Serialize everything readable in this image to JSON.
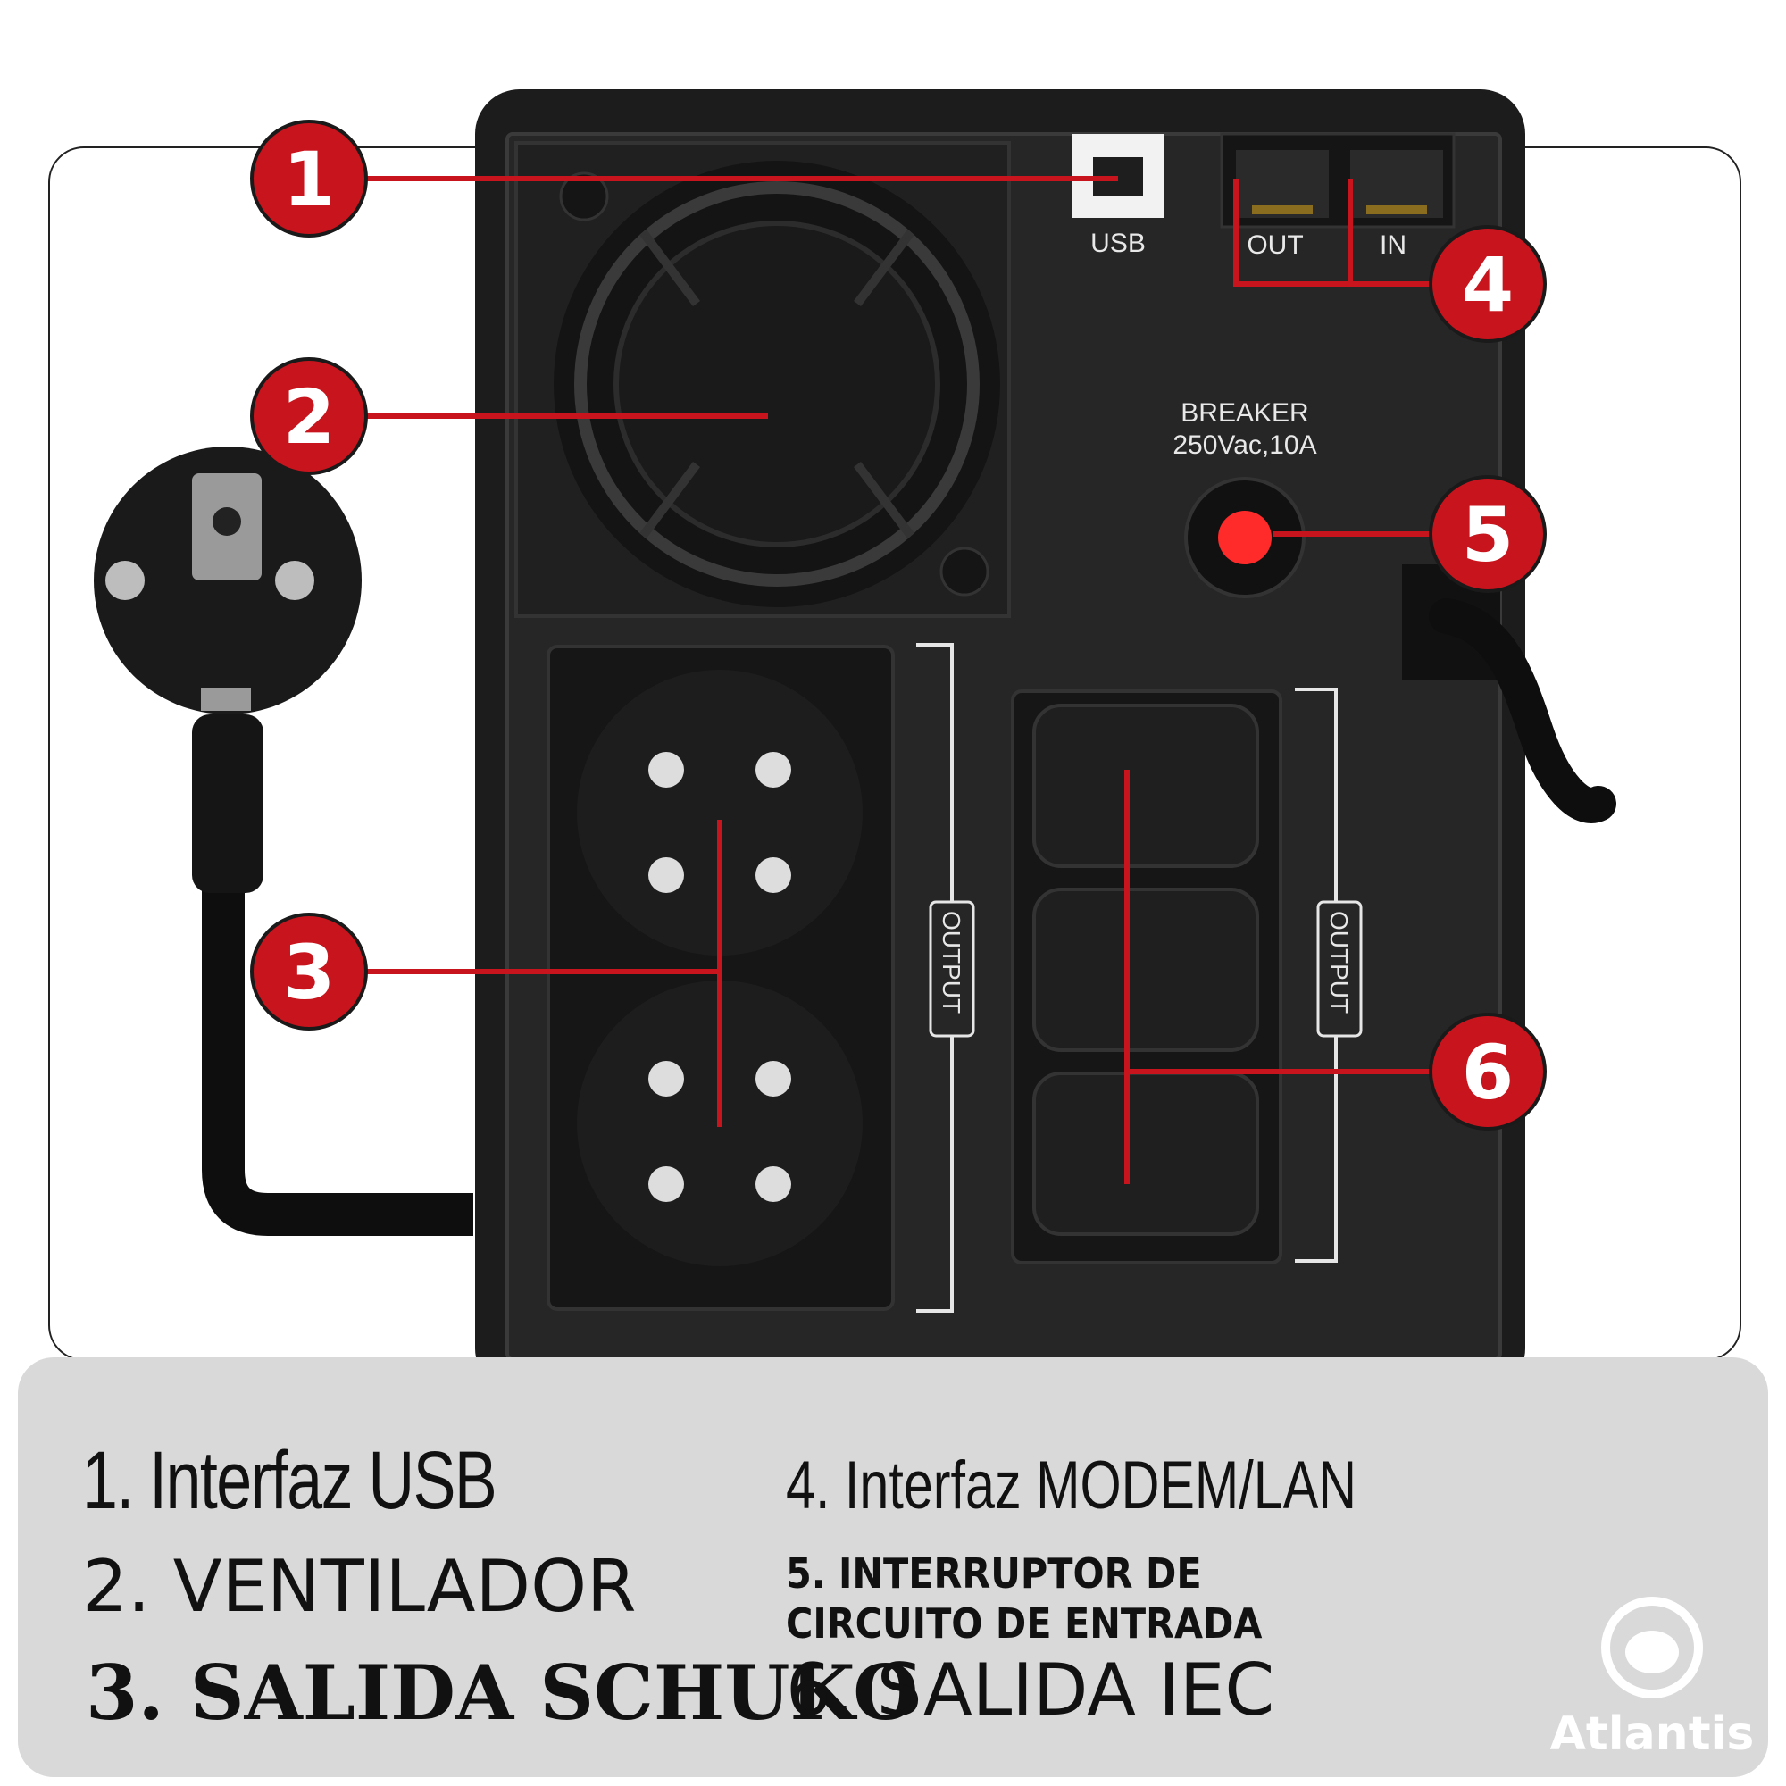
{
  "panel_labels": {
    "usb": "USB",
    "out": "OUT",
    "in": "IN",
    "breaker_line1": "BREAKER",
    "breaker_line2": "250Vac,10A",
    "output_left": "OUTPUT",
    "output_right": "OUTPUT"
  },
  "markers": [
    "1",
    "2",
    "3",
    "4",
    "5",
    "6"
  ],
  "legend": {
    "item1": "1. Interfaz USB",
    "item2": "2. VENTILADOR",
    "item3": "3. SALIDA SCHUKO",
    "item4": "4. Interfaz MODEM/LAN",
    "item5": "5. INTERRUPTOR DE CIRCUITO DE ENTRADA",
    "item6": "6. SALIDA IEC"
  },
  "brand": {
    "name": "Atlantis"
  },
  "colors": {
    "marker": "#c8141c",
    "device": "#1e1e1e",
    "breaker": "#ff2a2a",
    "panel": "#d9d9d9"
  }
}
